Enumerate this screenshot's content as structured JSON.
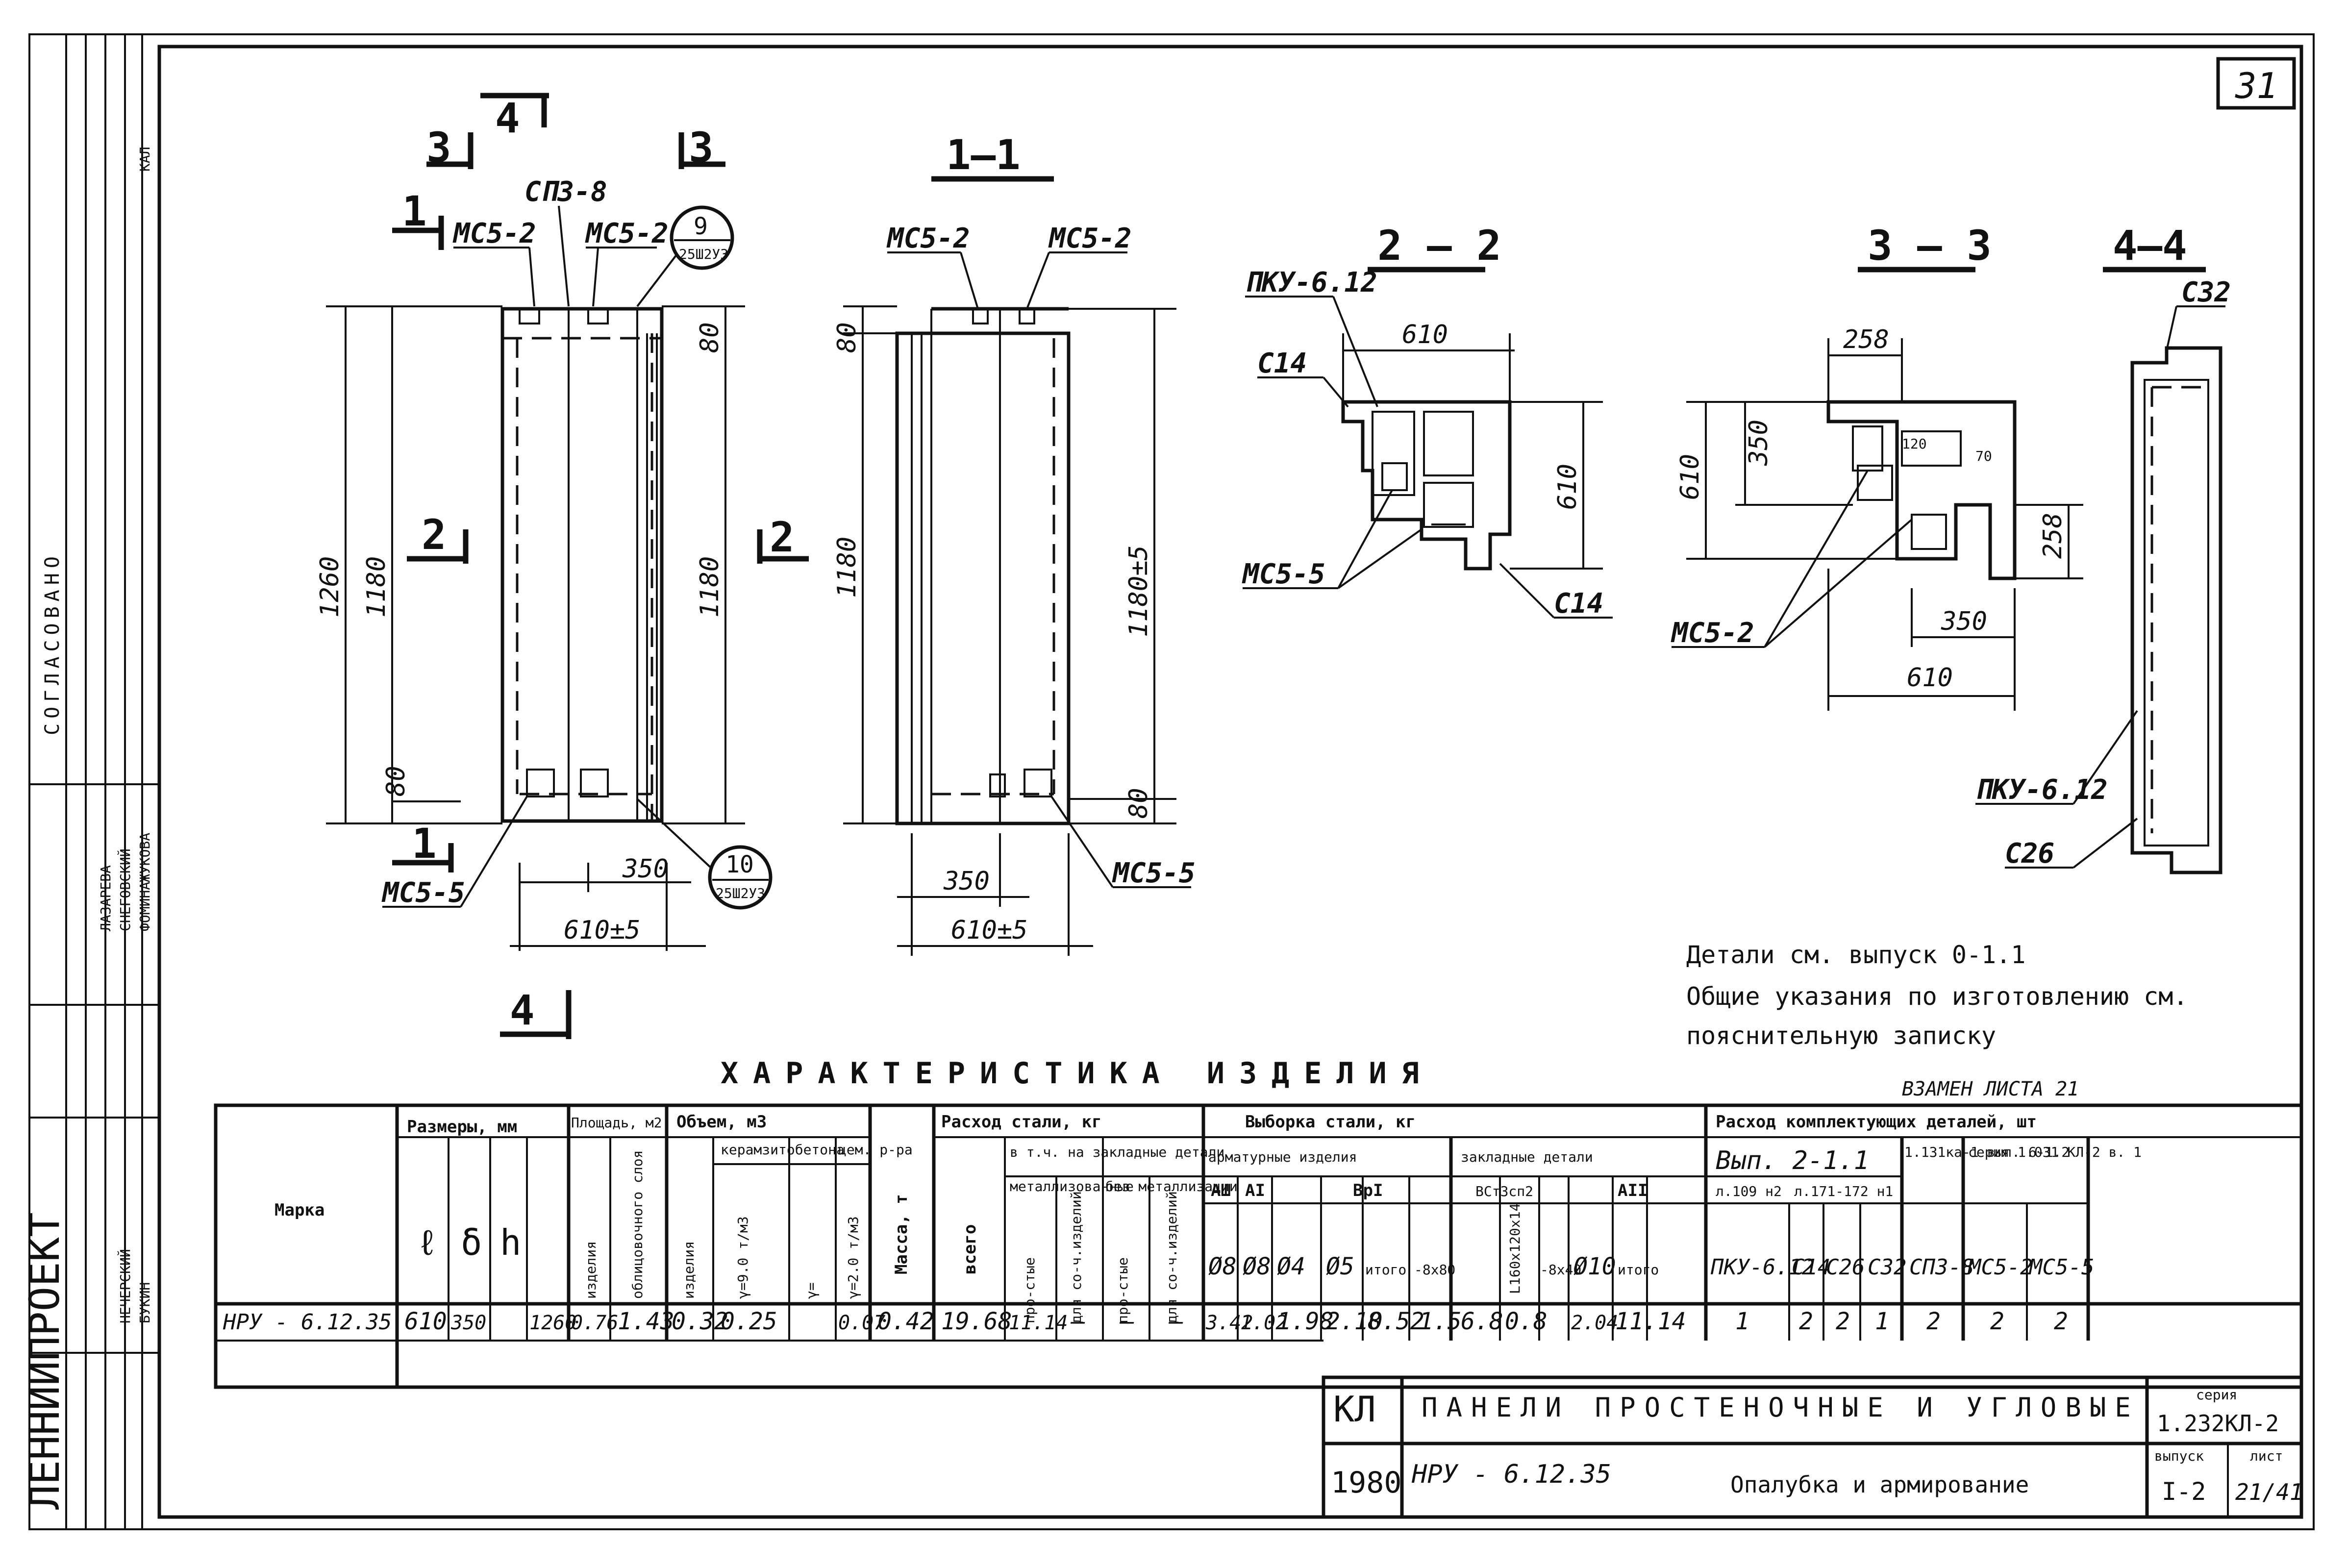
{
  "sheet": {
    "number": "31",
    "org": "ЛЕННИИПРОЕКТ",
    "agreed": "СОГЛАСОВАНО",
    "side_names": [
      "НЕЧЕРСКИЙ",
      "БУКИН",
      "СНЕГОВСКИЙ",
      "ФОМИНА",
      "ЛАЗАРЕВА",
      "ЖУКОВА",
      "КАЛ"
    ]
  },
  "views": {
    "front_left": {
      "marks": {
        "top_4": "4",
        "left_3": "3",
        "right_3": "3",
        "left_1": "1",
        "bottom_1": "1",
        "bottom_4": "4",
        "right_2": "2",
        "left_2": "2"
      },
      "labels": {
        "sp": "СП3-8",
        "mcs_left": "МС5-2",
        "mcs_right": "МС5-2",
        "mcs_bottom": "МС5-5"
      },
      "callout_9": {
        "num": "9",
        "sub": "25Ш2УЗ"
      },
      "callout_10": {
        "num": "10",
        "sub": "25Ш2УЗ"
      },
      "dims": {
        "h_total": "1260",
        "h_inner": "1180",
        "h_top": "80",
        "h_bottom": "80",
        "h_right": "1180",
        "w_350": "350",
        "w_total": "610±5"
      }
    },
    "section_1_1": {
      "title": "1—1",
      "labels": {
        "mcs_left": "МС5-2",
        "mcs_right": "МС5-2",
        "mcs_bottom": "МС5-5"
      },
      "dims": {
        "h_top": "80",
        "h_left": "1180",
        "h_right": "1180±5",
        "h_bottom": "80",
        "w_350": "350",
        "w_total": "610±5"
      }
    },
    "section_2_2": {
      "title": "2 — 2",
      "labels": {
        "pku": "ПКУ-6.12",
        "c14_top": "С14",
        "c14_bottom": "С14",
        "mcs": "МС5-5"
      },
      "dims": {
        "w": "610",
        "h": "610"
      }
    },
    "section_3_3": {
      "title": "3 — 3",
      "labels": {
        "mcs": "МС5-2"
      },
      "dims": {
        "w_top": "258",
        "h_350": "350",
        "h_610": "610",
        "w_350": "350",
        "w_610": "610",
        "h_258": "258",
        "n_20": "120",
        "n_70": "70"
      }
    },
    "section_4_4": {
      "title": "4—4",
      "labels": {
        "c32": "С32",
        "pku": "ПКУ-6.12",
        "c26": "С26"
      }
    }
  },
  "notes": {
    "line1": "Детали см. выпуск 0-1.1",
    "line2": "Общие указания по изготовлению см.",
    "line3": "пояснительную записку",
    "replace": "ВЗАМЕН ЛИСТА 21"
  },
  "table": {
    "title": "ХАРАКТЕРИСТИКА ИЗДЕЛИЯ",
    "headers": {
      "marka": "Марка",
      "sizes": "Размеры, мм",
      "l": "ℓ",
      "b": "δ",
      "h": "h",
      "area": "Площадь, м2",
      "area_item": "изделия",
      "area_facing": "облицовочного слоя",
      "volume": "Объем, м3",
      "vol_item": "изделия",
      "vol_ceramzite": "керамзитобетона",
      "vol_c1": "γ=9.0 т/м3",
      "vol_c2": "γ=",
      "vol_mortar": "цем. р-ра",
      "vol_m1": "γ=2.0 т/м3",
      "mass": "Масса, т",
      "steel": "Расход стали, кг",
      "steel_total": "всего",
      "steel_embedded": "в т.ч. на закладные детали",
      "steel_metal": "металлизованные",
      "steel_nometal": "без металлизации",
      "sub_total": "про-стые",
      "sub_comp": "для со-ч.изделий",
      "sample": "Выборка стали, кг",
      "rebar": "арматурные изделия",
      "embedded": "закладные детали",
      "a3": "АШ",
      "a1": "АI",
      "bp1": "ВрI",
      "st3": "ВСт3сп2",
      "a2": "АII",
      "d8a": "Ø8",
      "d8b": "Ø8",
      "d4": "Ø4",
      "d5": "Ø5",
      "itogo": "итого",
      "e_8x": "-8х80",
      "e_l": "L160x120x14",
      "e_8x40": "-8х40",
      "e_10": "Ø10",
      "itogo2": "итого",
      "components": "Расход комплектующих деталей, шт",
      "vyp": "Вып. 2-1.1",
      "n109": "л.109 н2",
      "n171": "л.171-172 н1",
      "pku": "ПКУ-6.12",
      "c14": "С14",
      "c26": "С26",
      "c32": "С32",
      "series2": "1.131ка-1 вып. 6-1.2",
      "sp": "СП3-8",
      "series3": "серия 1.031 КЛ-2 в. 1",
      "mc52": "МС5-2",
      "mc55": "МС5-5"
    },
    "row": {
      "marka": "НРУ - 6.12.35",
      "l": "610",
      "b": "350",
      "h": "1260",
      "area_item": "0.76",
      "area_facing": "1.43",
      "vol_item": "0.32",
      "vol_c1": "0.25",
      "vol_c2": "",
      "vol_m1": "0.07",
      "mass": "0.42",
      "steel_total": "19.68",
      "steel_emb": "11.14",
      "m1": "—",
      "m2": "—",
      "m3": "—",
      "d8a": "3.42",
      "d8b": "1.02",
      "d4": "1.98",
      "d5": "2.10",
      "itogo": "8.52",
      "e1": "1.5",
      "e2": "6.8",
      "e3": "0.8",
      "e4": "2.04",
      "itogo2": "11.14",
      "pku": "1",
      "c14": "2",
      "c26": "2",
      "c32": "1",
      "sp": "2",
      "mc52": "2",
      "mc55": "2"
    }
  },
  "titleblock": {
    "code": "КЛ",
    "year": "1980",
    "title": "ПАНЕЛИ ПРОСТЕНОЧНЫЕ И УГЛОВЫЕ",
    "mark": "НРУ - 6.12.35",
    "subtitle": "Опалубка и армирование",
    "series_label": "серия",
    "series": "1.232КЛ-2",
    "vyp_label": "выпуск",
    "vyp": "I-2",
    "list_label": "лист",
    "list": "21/41"
  }
}
